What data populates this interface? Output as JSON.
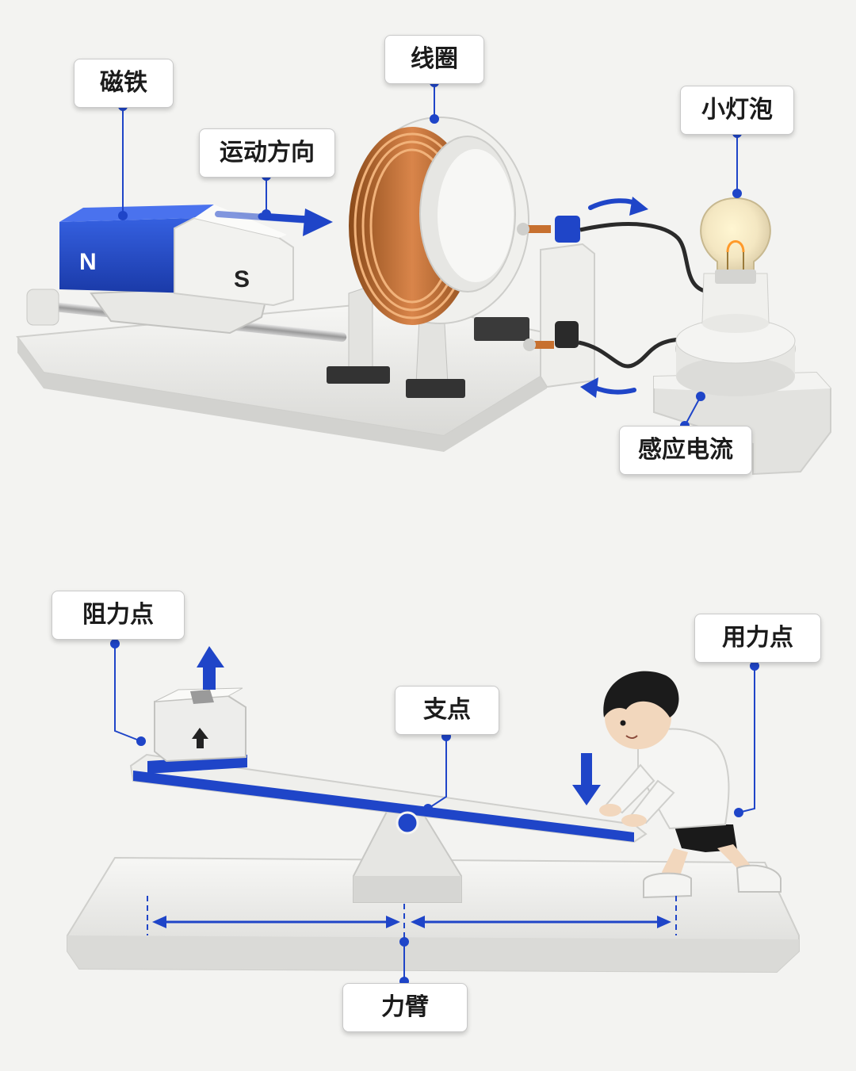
{
  "diagram_electromagnetic_induction": {
    "labels": {
      "magnet": "磁铁",
      "motion_direction": "运动方向",
      "coil": "线圈",
      "bulb": "小灯泡",
      "induced_current": "感应电流"
    },
    "magnet_poles": {
      "north": "N",
      "south": "S"
    }
  },
  "diagram_lever": {
    "labels": {
      "load_point": "阻力点",
      "fulcrum": "支点",
      "effort_point": "用力点",
      "lever_arm": "力臂"
    }
  },
  "colors": {
    "accent_blue": "#1f45c8",
    "copper": "#b8652a",
    "base_white": "#ececea",
    "background": "#f3f3f1"
  }
}
